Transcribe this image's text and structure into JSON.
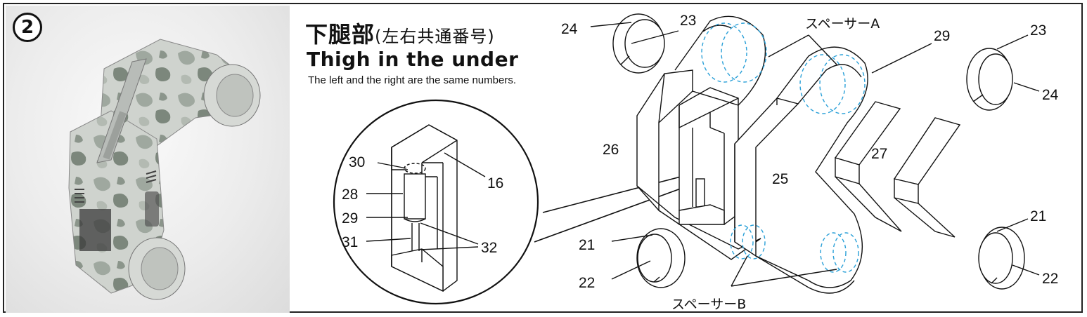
{
  "step_number": "2",
  "title_jp": "下腿部",
  "title_jp_sub": "(左右共通番号)",
  "title_en": "Thigh in the under",
  "note": "The left and the right are the same numbers.",
  "labels": {
    "p16": "16",
    "p21a": "21",
    "p21b": "21",
    "p22a": "22",
    "p22b": "22",
    "p23a": "23",
    "p23b": "23",
    "p24a": "24",
    "p24b": "24",
    "p25": "25",
    "p26": "26",
    "p27": "27",
    "p28": "28",
    "p29a": "29",
    "p29b": "29",
    "p30": "30",
    "p31": "31",
    "p32": "32",
    "spacer_a": "スペーサーA",
    "spacer_b": "スペーサーB"
  },
  "colors": {
    "line": "#111111",
    "spacer_dash": "#2aa0d8",
    "camo_light": "#c9cdc8",
    "camo_mid": "#9aa39a",
    "camo_dark": "#6d786d"
  }
}
